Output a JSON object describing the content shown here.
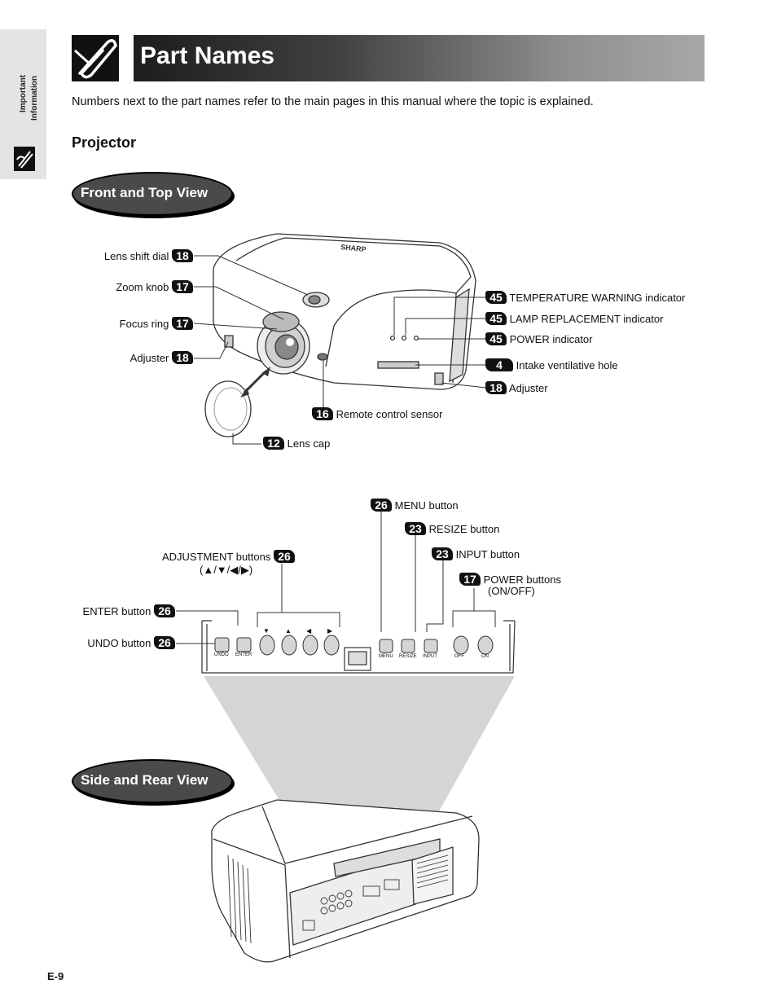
{
  "side_tab": {
    "line1": "Important",
    "line2": "Information"
  },
  "title": "Part Names",
  "intro": "Numbers next to the part names refer to the main pages in this manual where the topic is explained.",
  "section": "Projector",
  "front_view": {
    "heading": "Front and Top View",
    "brand": "SHARP",
    "left_labels": [
      {
        "text": "Lens shift dial",
        "page": "18"
      },
      {
        "text": "Zoom knob",
        "page": "17"
      },
      {
        "text": "Focus ring",
        "page": "17"
      },
      {
        "text": "Adjuster",
        "page": "18"
      }
    ],
    "right_labels": [
      {
        "page": "45",
        "text": "TEMPERATURE WARNING indicator"
      },
      {
        "page": "45",
        "text": "LAMP REPLACEMENT indicator"
      },
      {
        "page": "45",
        "text": "POWER indicator"
      },
      {
        "page": "4",
        "text": "Intake ventilative hole"
      },
      {
        "page": "18",
        "text": "Adjuster"
      }
    ],
    "bottom_labels": [
      {
        "page": "16",
        "text": "Remote control sensor"
      },
      {
        "page": "12",
        "text": "Lens cap"
      }
    ]
  },
  "control_panel": {
    "top_labels": [
      {
        "page": "26",
        "text": "MENU button"
      },
      {
        "page": "23",
        "text": "RESIZE button"
      },
      {
        "page": "23",
        "text": "INPUT button"
      },
      {
        "page": "17",
        "text": "POWER buttons",
        "text2": "(ON/OFF)"
      }
    ],
    "left_labels": {
      "adjustment": {
        "text": "ADJUSTMENT buttons",
        "page": "26",
        "sub": "(▲/▼/◀/▶)"
      },
      "enter": {
        "text": "ENTER button",
        "page": "26"
      },
      "undo": {
        "text": "UNDO button",
        "page": "26"
      }
    },
    "button_labels": [
      "UNDO",
      "ENTER",
      "MENU",
      "RESIZE",
      "INPUT",
      "OFF",
      "ON"
    ],
    "arrow_glyphs": [
      "▼",
      "▲",
      "◀",
      "▶"
    ]
  },
  "side_view": {
    "heading": "Side and Rear View"
  },
  "page_number": "E-9"
}
